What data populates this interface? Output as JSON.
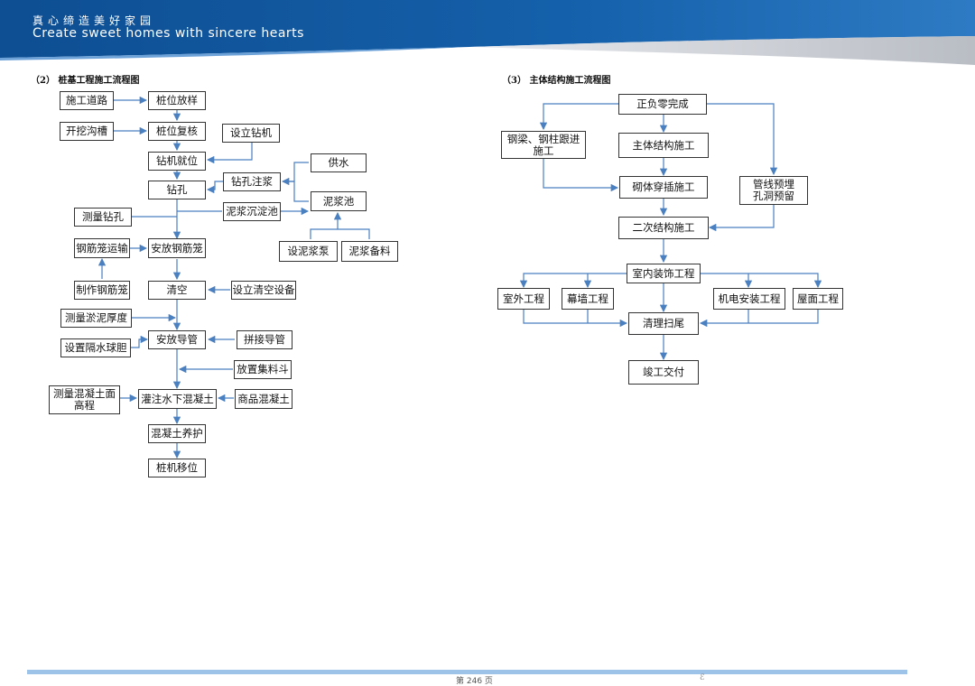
{
  "header": {
    "slogan_cn": "真心缔造美好家园",
    "slogan_en": "Create sweet homes with sincere hearts",
    "colors": {
      "blue_dark": "#0e4e92",
      "blue": "#2e7bc4",
      "gray_band": "#c8cbd0"
    }
  },
  "pile_flow": {
    "title": "（2）  桩基工程施工流程图",
    "nodes": {
      "road": "施工道路",
      "layout": "桩位放样",
      "trench": "开挖沟槽",
      "recheck": "桩位复核",
      "setup_rig": "设立钻机",
      "rig_position": "钻机就位",
      "water": "供水",
      "drill_slurry": "钻孔注浆",
      "drill": "钻孔",
      "slurry_pool": "泥浆池",
      "measure_hole": "测量钻孔",
      "settle_pool": "泥浆沉淀池",
      "slurry_pump": "设泥浆泵",
      "slurry_prep": "泥浆备料",
      "cage_transport": "钢筋笼运输",
      "install_cage": "安放钢筋笼",
      "make_cage": "制作钢筋笼",
      "clean": "清空",
      "clean_equip": "设立清空设备",
      "measure_sediment": "测量淤泥厚度",
      "plug": "设置隔水球胆",
      "install_pipe": "安放导管",
      "splice_pipe": "拼接导管",
      "hopper": "放置集料斗",
      "measure_level": "测量混凝土面\n高程",
      "pour": "灌注水下混凝土",
      "ready_mix": "商品混凝土",
      "cure": "混凝土养护",
      "move_rig": "桩机移位"
    }
  },
  "main_flow": {
    "title": "（3）  主体结构施工流程图",
    "nodes": {
      "zero": "正负零完成",
      "steel": "钢梁、钢柱跟进\n施工",
      "main_struct": "主体结构施工",
      "pipes": "管线预埋\n孔洞预留",
      "masonry": "砌体穿插施工",
      "secondary": "二次结构施工",
      "interior": "室内装饰工程",
      "exterior": "室外工程",
      "curtain": "幕墙工程",
      "mep": "机电安装工程",
      "roof": "屋面工程",
      "cleanup": "清理扫尾",
      "handover": "竣工交付"
    }
  },
  "footer": {
    "page": "第 246 页",
    "mark": "ℰ"
  },
  "style": {
    "line_color": "#4a7fc0",
    "box_border": "#333333"
  }
}
